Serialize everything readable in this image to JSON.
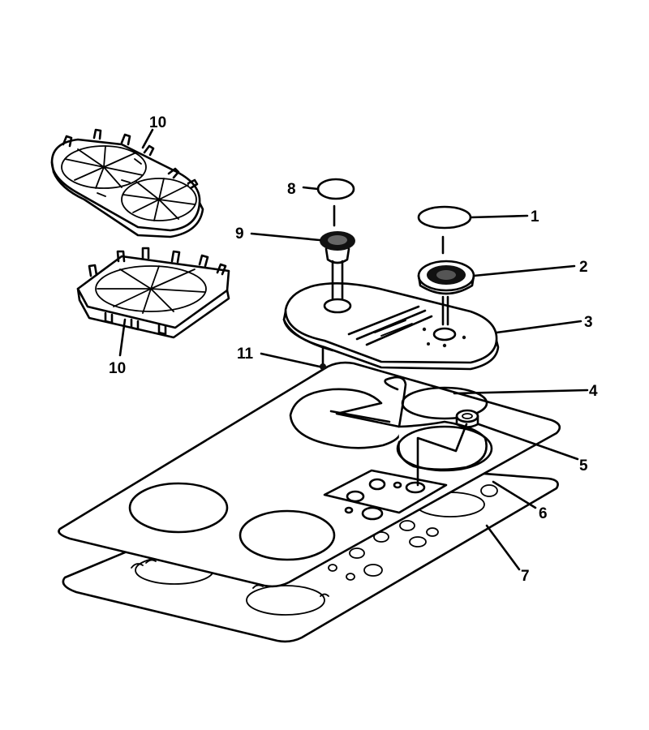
{
  "callouts": {
    "c1": "1",
    "c2": "2",
    "c3": "3",
    "c4": "4",
    "c5": "5",
    "c6": "6",
    "c7": "7",
    "c8": "8",
    "c9": "9",
    "c10_top": "10",
    "c10_bottom": "10",
    "c11": "11"
  }
}
